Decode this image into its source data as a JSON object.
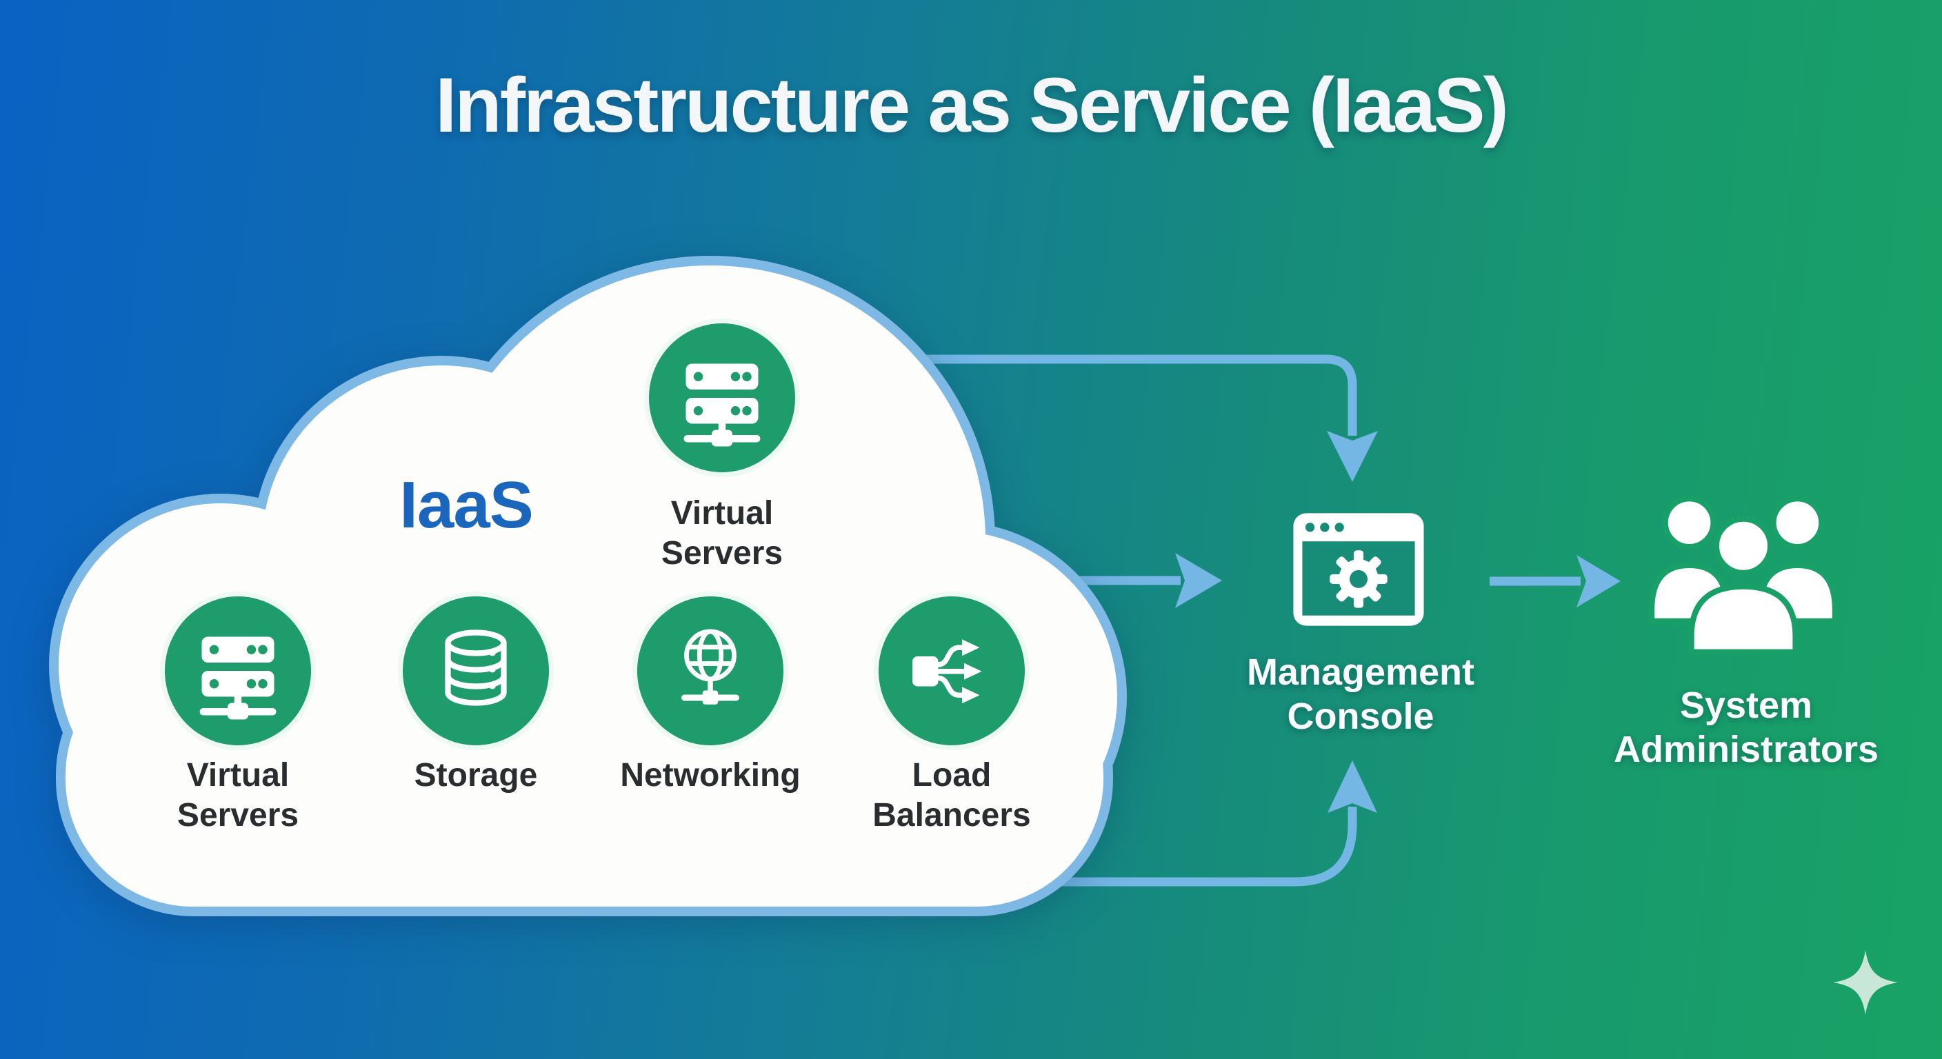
{
  "title": "Infrastructure as Service (IaaS)",
  "cloud": {
    "label": "IaaS",
    "services": [
      {
        "label": "Virtual\nServers"
      },
      {
        "label": "Virtual\nServers"
      },
      {
        "label": "Storage"
      },
      {
        "label": "Networking"
      },
      {
        "label": "Load\nBalancers"
      }
    ]
  },
  "management_console": {
    "label": "Management\nConsole"
  },
  "system_administrators": {
    "label": "System\nAdministrators"
  },
  "colors": {
    "background_blue": "#0a62c3",
    "background_green": "#18a365",
    "service_circle_green": "#1f9c6c",
    "cloud_outline_blue": "#7db9e4",
    "arrow_blue": "#74b6e4",
    "iaas_text_blue": "#1a66bd"
  }
}
